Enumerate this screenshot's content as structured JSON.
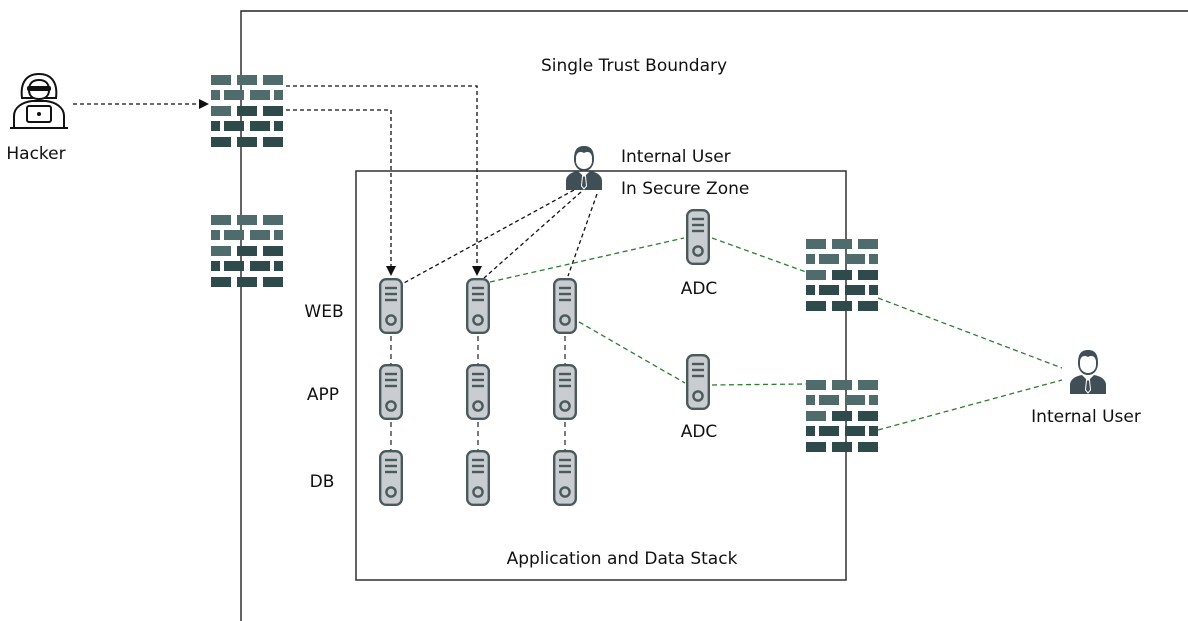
{
  "labels": {
    "trust_boundary": "Single Trust Boundary",
    "hacker": "Hacker",
    "internal_user_secure_line1": "Internal User",
    "internal_user_secure_line2": "In Secure Zone",
    "internal_user_external": "Internal User",
    "adc_top": "ADC",
    "adc_bottom": "ADC",
    "tier_web": "WEB",
    "tier_app": "APP",
    "tier_db": "DB",
    "stack_caption": "Application and Data Stack"
  },
  "icons": {
    "hacker": "hacker-icon",
    "user": "user-icon",
    "firewall": "firewall-icon",
    "server": "server-icon"
  },
  "colors": {
    "line": "#222222",
    "green_link": "#2e7d32",
    "firewall_dark": "#2f4a4a",
    "firewall_mid": "#4f6b6b",
    "server_fill": "#c9ccd0",
    "server_stroke": "#4a5a5a",
    "user_fill": "#3f4f55"
  }
}
